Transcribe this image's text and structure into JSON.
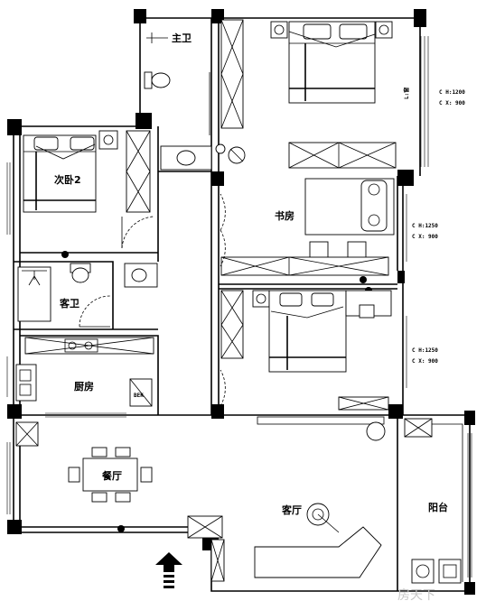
{
  "rooms": {
    "master_bath": "主卫",
    "bedroom2": "次卧2",
    "study": "书房",
    "guest_bath": "客卫",
    "kitchen": "厨房",
    "dining": "餐厅",
    "living": "客厅",
    "balcony": "阳台"
  },
  "labels": {
    "bay_window": "L:窗",
    "fridge": "BEK"
  },
  "window_specs": [
    {
      "c": "C H:1200",
      "s": "C X: 900"
    },
    {
      "c": "C H:1250",
      "s": "C X: 900"
    },
    {
      "c": "C H:1250",
      "s": "C X: 900"
    }
  ],
  "watermark": "房天下"
}
